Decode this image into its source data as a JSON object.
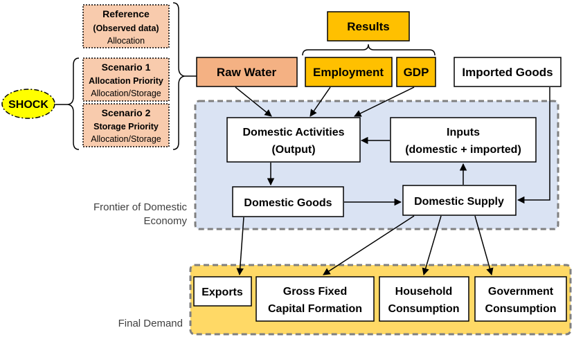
{
  "colors": {
    "scenario_fill": "#f8cbad",
    "raw_water_fill": "#f4b183",
    "results_fill": "#ffc000",
    "economy_fill": "#dae3f3",
    "final_demand_fill": "#ffd966",
    "shock_fill": "#ffff00",
    "frame_border": "#7f7f7f",
    "box_border": "#000000"
  },
  "shock": {
    "label": "SHOCK"
  },
  "scenarios": [
    {
      "title": "Reference",
      "line2": "(Observed data)",
      "line3": "Allocation"
    },
    {
      "title": "Scenario 1",
      "line2": "Allocation Priority",
      "line3": "Allocation/Storage"
    },
    {
      "title": "Scenario 2",
      "line2": "Storage Priority",
      "line3": "Allocation/Storage"
    }
  ],
  "results": {
    "title": "Results",
    "employment": "Employment",
    "gdp": "GDP"
  },
  "raw_water": "Raw Water",
  "imported_goods": "Imported Goods",
  "economy": {
    "frame_label_line1": "Frontier of Domestic",
    "frame_label_line2": "Economy",
    "domestic_activities_line1": "Domestic Activities",
    "domestic_activities_line2": "(Output)",
    "inputs_line1": "Inputs",
    "inputs_line2": "(domestic + imported)",
    "domestic_goods": "Domestic Goods",
    "domestic_supply": "Domestic Supply"
  },
  "final_demand": {
    "label": "Final Demand",
    "exports": "Exports",
    "gfcf_line1": "Gross Fixed",
    "gfcf_line2": "Capital Formation",
    "household_line1": "Household",
    "household_line2": "Consumption",
    "government_line1": "Government",
    "government_line2": "Consumption"
  }
}
